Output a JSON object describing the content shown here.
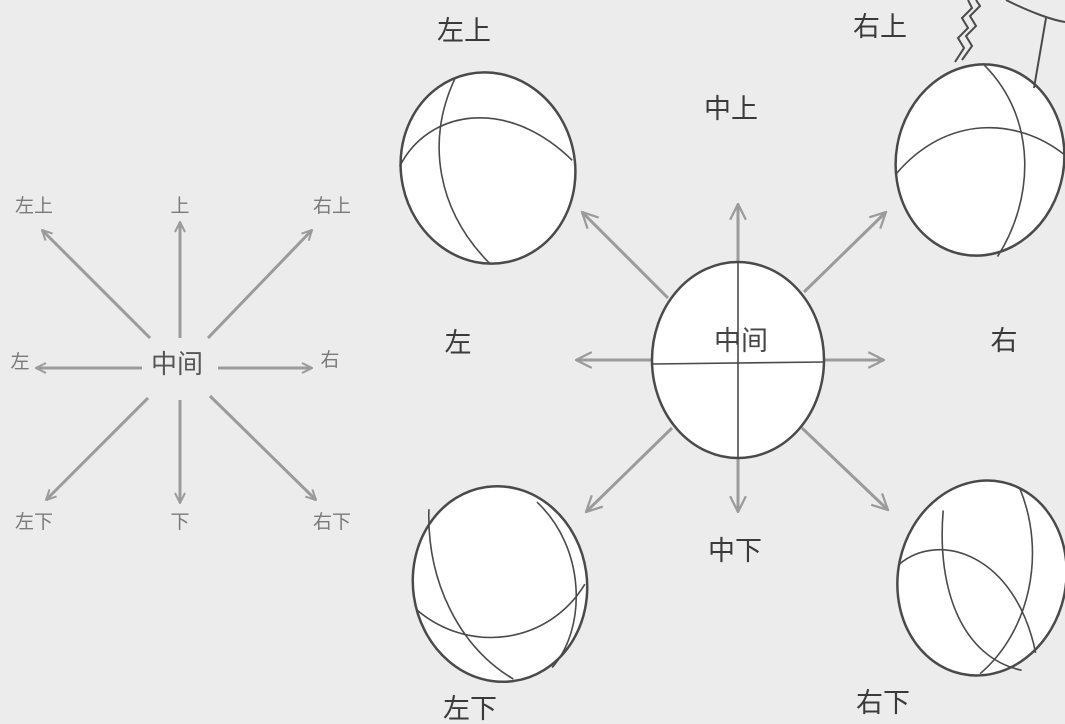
{
  "left_diagram": {
    "center": "中间",
    "up_left": "左上",
    "up": "上",
    "up_right": "右上",
    "left": "左",
    "right": "右",
    "down_left": "左下",
    "down": "下",
    "down_right": "右下"
  },
  "right_diagram": {
    "center": "中间",
    "top_left": "左上",
    "top_right": "右上",
    "top_middle": "中上",
    "left": "左",
    "right": "右",
    "bottom_middle": "中下",
    "bottom_left": "左下",
    "bottom_right": "右下"
  },
  "colors": {
    "background": "#ececec",
    "arrow": "#9b9b9b",
    "ball_stroke": "#4a4a4a",
    "ball_fill": "#ffffff"
  }
}
